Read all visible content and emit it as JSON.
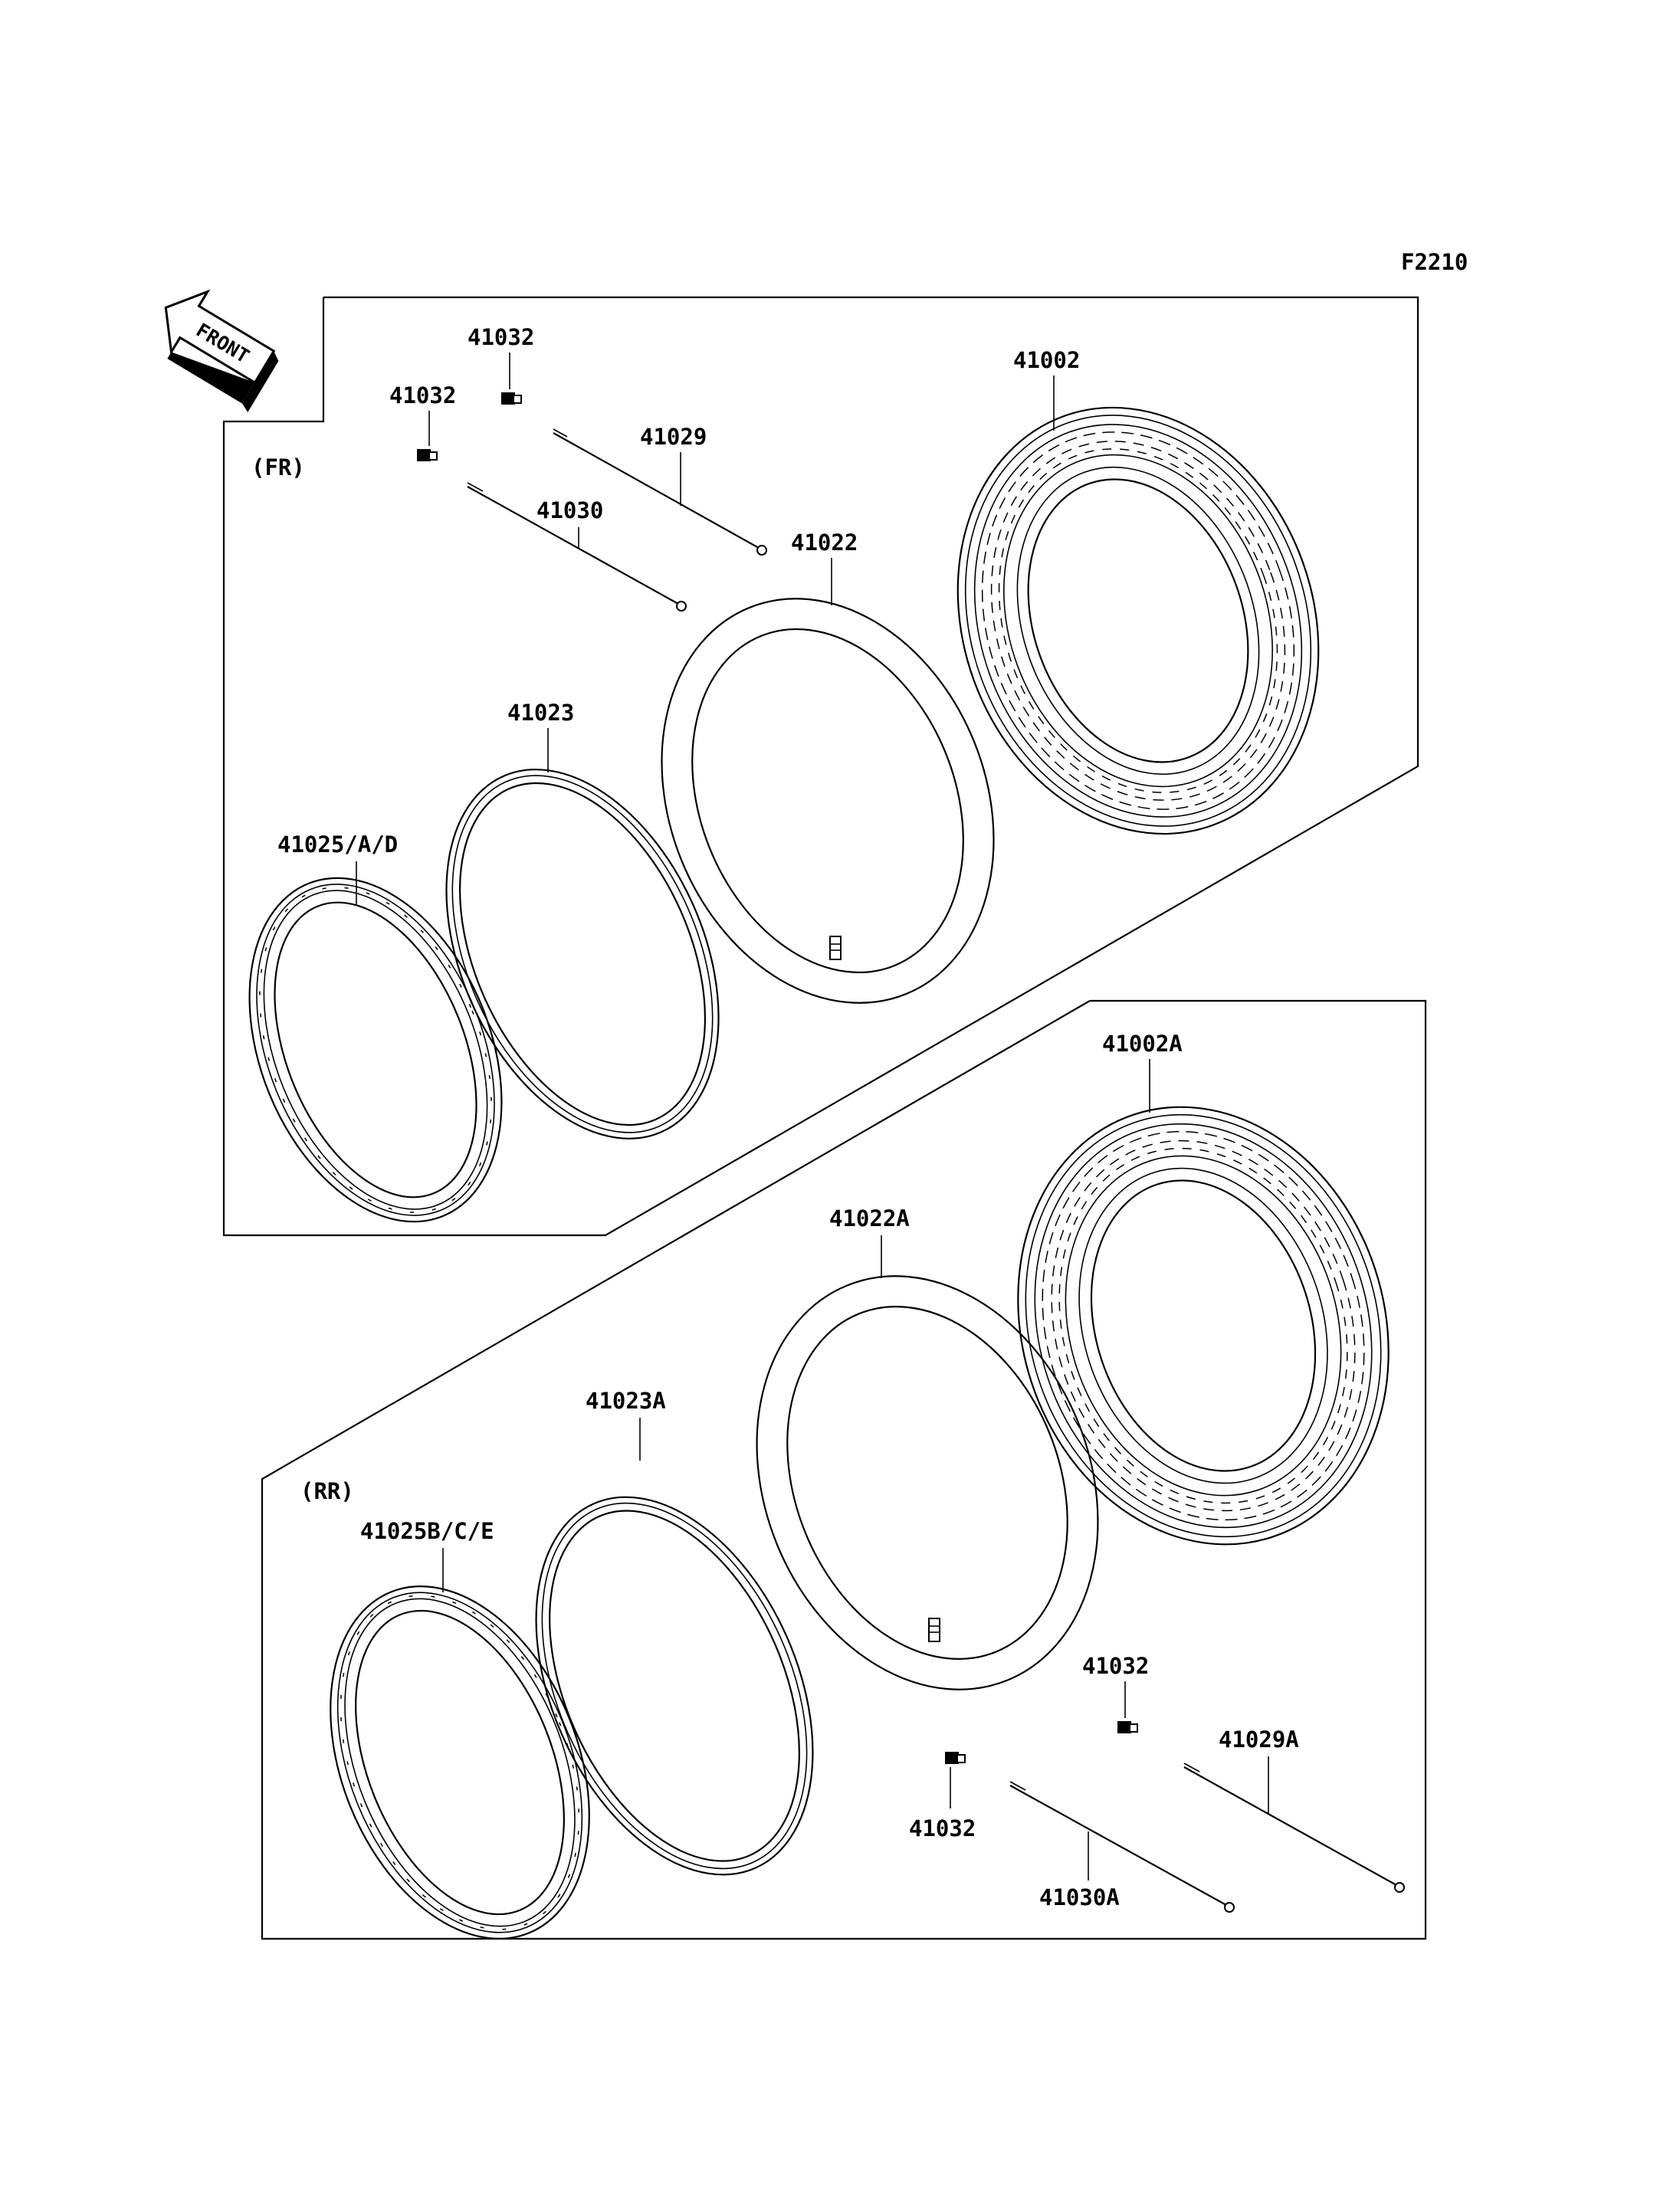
{
  "figure_code": "F2210",
  "front_arrow": "FRONT",
  "front": {
    "section_label": "(FR)",
    "parts": {
      "tire": "41002",
      "tube": "41022",
      "rim_band": "41023",
      "rim": "41025/A/D",
      "spoke_a": "41029",
      "spoke_b": "41030",
      "nipple_1": "41032",
      "nipple_2": "41032"
    }
  },
  "rear": {
    "section_label": "(RR)",
    "parts": {
      "tire": "41002A",
      "tube": "41022A",
      "rim_band": "41023A",
      "rim": "41025B/C/E",
      "spoke_a": "41029A",
      "spoke_b": "41030A",
      "nipple_1": "41032",
      "nipple_2": "41032"
    }
  }
}
